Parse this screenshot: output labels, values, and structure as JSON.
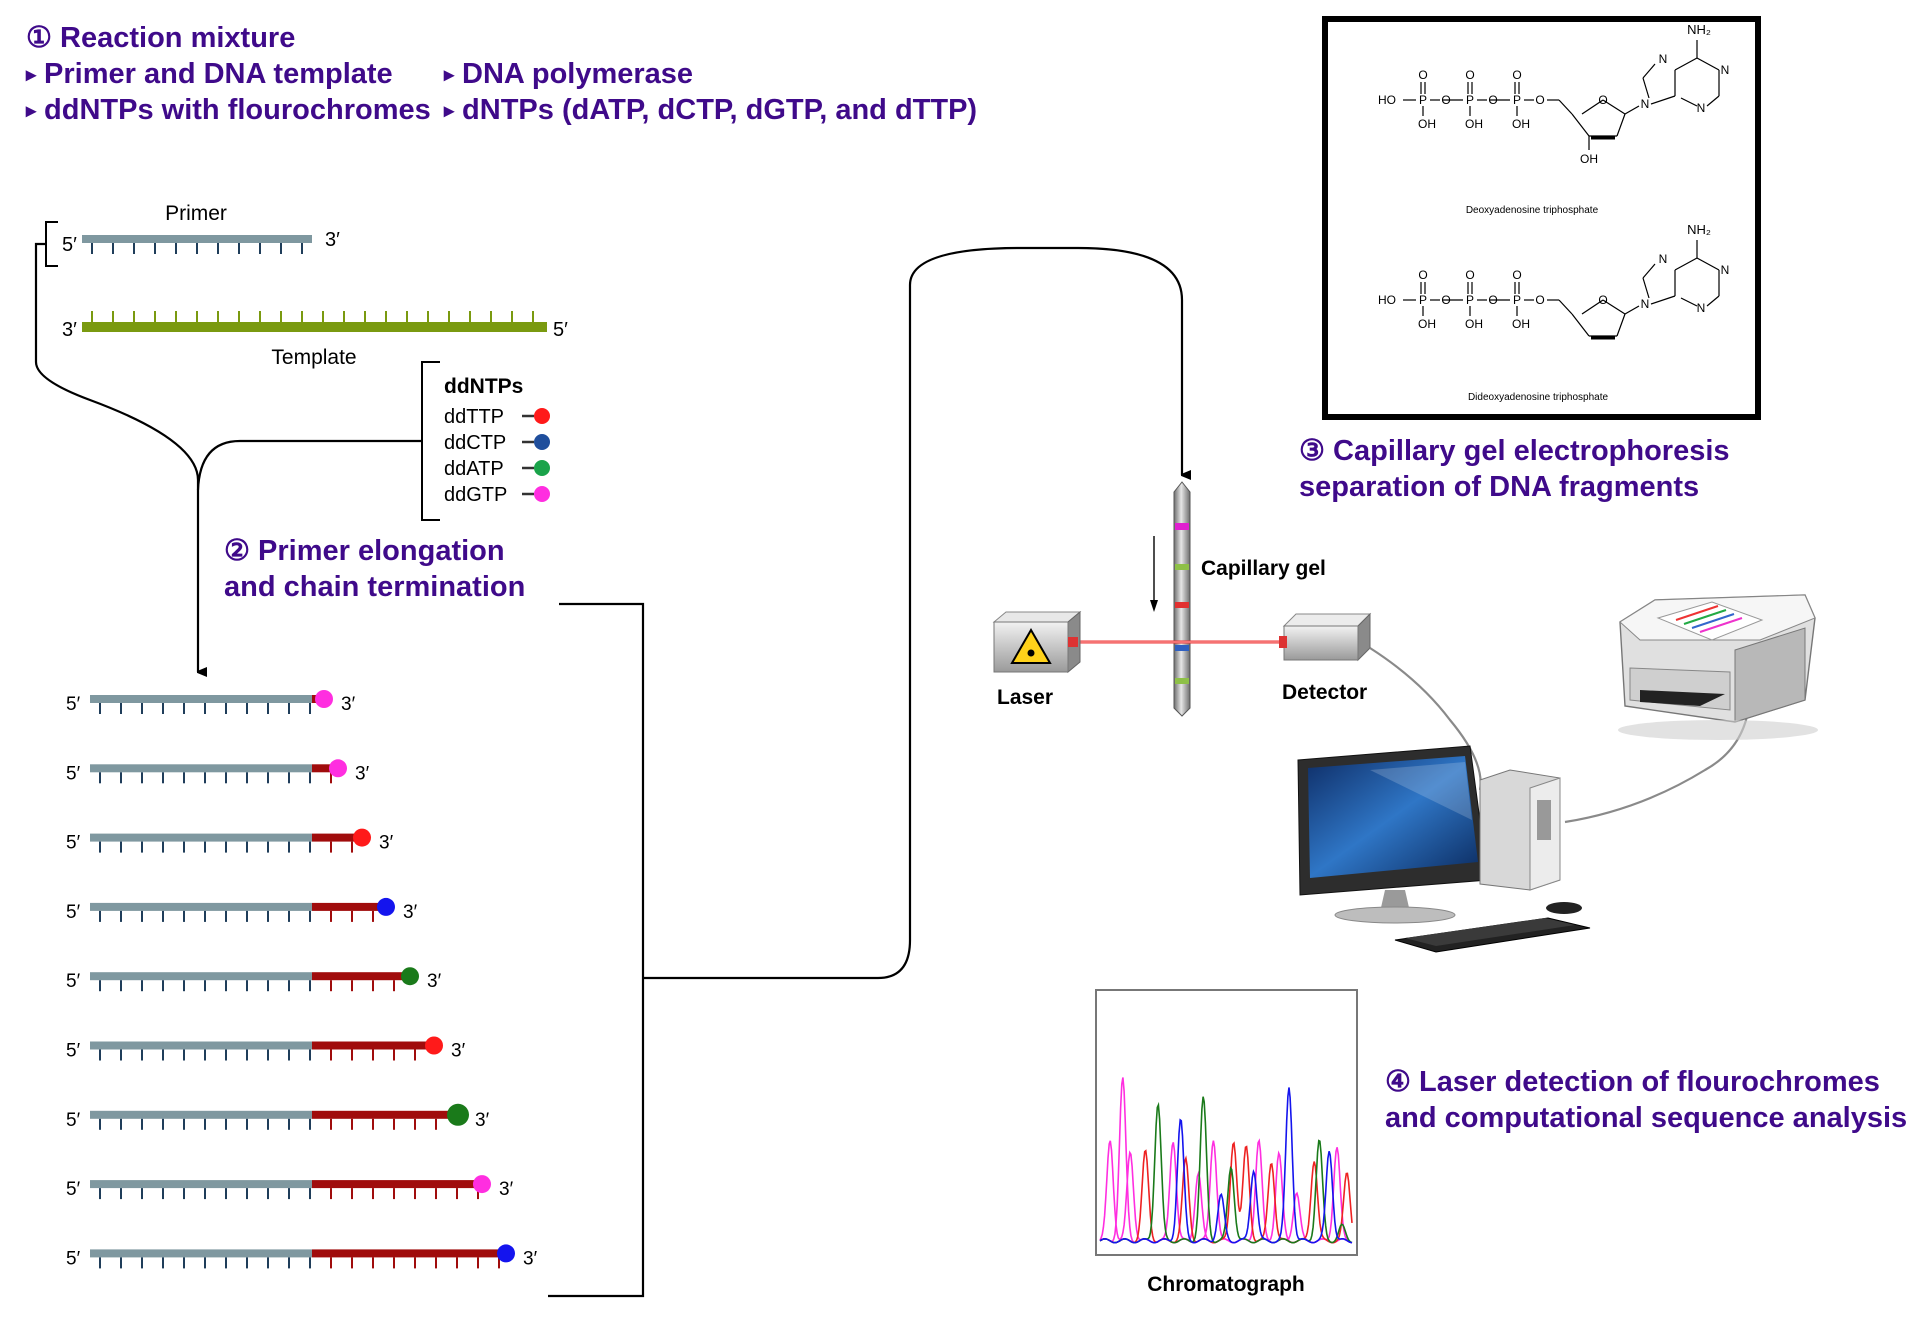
{
  "step1": {
    "title": "① Reaction mixture",
    "items": [
      "Primer and DNA template",
      "DNA polymerase",
      "ddNTPs with flourochromes",
      "dNTPs (dATP, dCTP, dGTP, and dTTP)"
    ]
  },
  "setup": {
    "primer_label": "Primer",
    "template_label": "Template",
    "five_prime": "5′",
    "three_prime": "3′"
  },
  "ddntps": {
    "title": "ddNTPs",
    "items": [
      {
        "label": "ddTTP",
        "color": "#ff1a1a"
      },
      {
        "label": "ddCTP",
        "color": "#1f4e9c"
      },
      {
        "label": "ddATP",
        "color": "#1aa34a"
      },
      {
        "label": "ddGTP",
        "color": "#ff2ee0"
      }
    ]
  },
  "step2": {
    "line1": "② Primer elongation",
    "line2": "and chain termination"
  },
  "fragments": [
    {
      "extension": 0,
      "dye": "#ff2ee0"
    },
    {
      "extension": 1,
      "dye": "#ff2ee0"
    },
    {
      "extension": 2,
      "dye": "#ff1a1a"
    },
    {
      "extension": 3,
      "dye": "#1414ee"
    },
    {
      "extension": 4,
      "dye": "#1a7a1a"
    },
    {
      "extension": 5,
      "dye": "#ff1a1a"
    },
    {
      "extension": 6,
      "dye": "#1a7a1a"
    },
    {
      "extension": 7,
      "dye": "#ff2ee0"
    },
    {
      "extension": 8,
      "dye": "#1414ee"
    }
  ],
  "step3": {
    "line1": "③ Capillary gel electrophoresis",
    "line2": "separation of DNA fragments"
  },
  "apparatus": {
    "capillary_label": "Capillary gel",
    "laser_label": "Laser",
    "detector_label": "Detector"
  },
  "structures": {
    "dATP_name": "Deoxyadenosine triphosphate",
    "ddATP_name": "Dideoxyadenosine triphosphate",
    "nh2": "NH₂",
    "ho": "HO",
    "oh": "OH",
    "o": "O",
    "p": "P",
    "n": "N"
  },
  "step4": {
    "line1": "④ Laser detection of flourochromes",
    "line2": "and computational sequence analysis"
  },
  "chromatograph": {
    "label": "Chromatograph"
  },
  "colors": {
    "title": "#3f0a8a",
    "primer": "#7f98a0",
    "template": "#7a9a10",
    "extension": "#a00c0c",
    "tick": "#1f3d5a"
  }
}
